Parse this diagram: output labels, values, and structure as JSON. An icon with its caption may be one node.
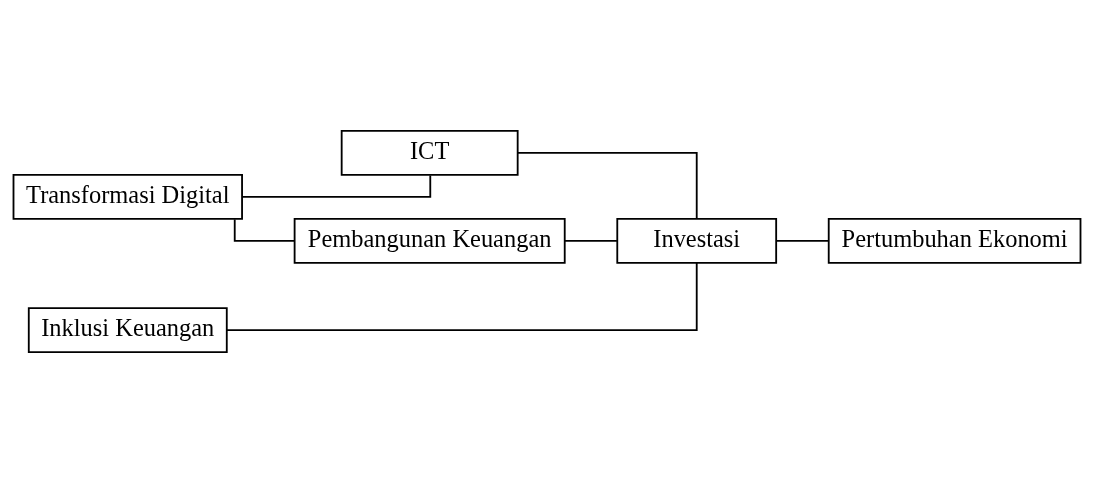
{
  "diagram": {
    "nodes": [
      {
        "text": [
          "Transformasi Digital"
        ]
      },
      {
        "text": [
          "ICT"
        ]
      },
      {
        "text": [
          "Pembangunan Keuangan"
        ]
      },
      {
        "text": [
          "Inklusi Keuangan"
        ]
      },
      {
        "text": [
          "Investasi"
        ]
      },
      {
        "text": [
          "Pertumbuhan Ekonomi"
        ]
      }
    ],
    "edges": [
      {
        "from": 0,
        "to": 1,
        "arrow": "none"
      },
      {
        "from": 0,
        "to": 2,
        "arrow": "none"
      },
      {
        "from": 1,
        "to": 4,
        "arrow": "none"
      },
      {
        "from": 2,
        "to": 4,
        "arrow": "none"
      },
      {
        "from": 3,
        "to": 4,
        "arrow": "none"
      },
      {
        "from": 4,
        "to": 5,
        "arrow": "none"
      }
    ]
  }
}
